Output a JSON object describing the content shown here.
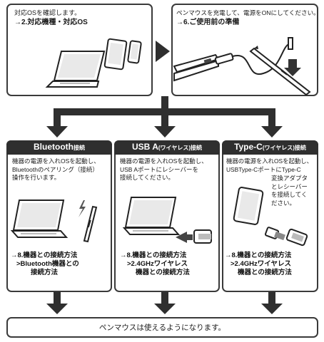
{
  "step1": {
    "line1": "対応OSを確認します。",
    "line2": "→2.対応機種・対応OS"
  },
  "step2": {
    "line1": "ペンマウスを充電して、電源をONにしてください。",
    "line2": "→6.ご使用前の準備"
  },
  "columns": [
    {
      "title_main": "Bluetooth",
      "title_sub": "接続",
      "desc": [
        "機器の電源を入れOSを起動し、",
        "Bluetoothのペアリング（接続）",
        "操作を行います。"
      ],
      "link": [
        "→8.機器との接続方法",
        ">Bluetooth機器との",
        "接続方法"
      ]
    },
    {
      "title_main": "USB A",
      "title_sub": "(ワイヤレス)接続",
      "desc": [
        "機器の電源を入れOSを起動し、",
        "USB Aポートにレシーバーを",
        "接続してください。"
      ],
      "link": [
        "→8.機器との接続方法",
        ">2.4GHzワイヤレス",
        "機器との接続方法"
      ]
    },
    {
      "title_main": "Type-C",
      "title_sub": "(ワイヤレス)接続",
      "desc": [
        "機器の電源を入れOSを起動し、",
        "USBType-CポートにType-C"
      ],
      "side_note": [
        "変換アダプタ",
        "とレシーバー",
        "を接続してく",
        "ださい。"
      ],
      "link": [
        "→8.機器との接続方法",
        ">2.4GHzワイヤレス",
        "機器との接続方法"
      ]
    }
  ],
  "final": {
    "text": "ペンマウスは使えるようになります。"
  },
  "colors": {
    "dark": "#2f2f2f",
    "light_gray": "#e9e9e9"
  }
}
